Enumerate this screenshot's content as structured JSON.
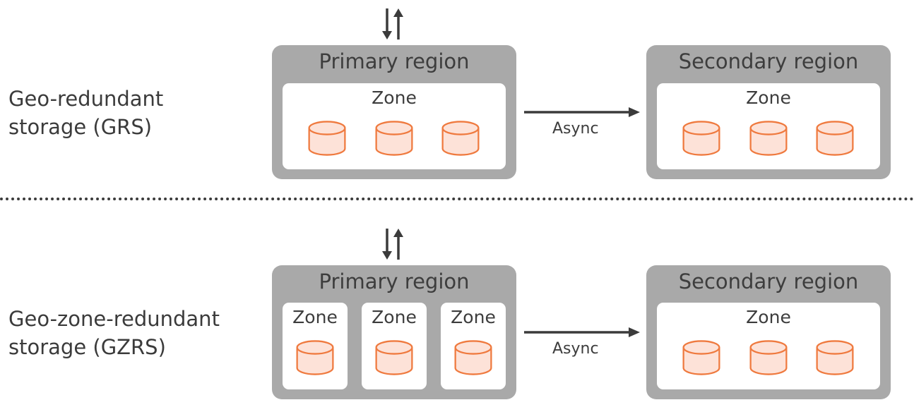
{
  "colors": {
    "region_bg": "#a9a9a9",
    "zone_bg": "#ffffff",
    "db_fill": "#fde2d8",
    "db_stroke": "#ef7a3f",
    "arrow": "#3b3b3b",
    "text": "#3d3d3d"
  },
  "icons": {
    "database": "database-cylinder-icon",
    "arrows": "up-down-arrows-icon",
    "async_arrow": "arrow-right-icon"
  },
  "grs": {
    "label_line1": "Geo-redundant",
    "label_line2": "storage (GRS)",
    "primary": {
      "title": "Primary region",
      "zone": "Zone"
    },
    "async": "Async",
    "secondary": {
      "title": "Secondary region",
      "zone": "Zone"
    }
  },
  "gzrs": {
    "label_line1": "Geo-zone-redundant",
    "label_line2": "storage (GZRS)",
    "primary": {
      "title": "Primary region",
      "zones": [
        "Zone",
        "Zone",
        "Zone"
      ]
    },
    "async": "Async",
    "secondary": {
      "title": "Secondary region",
      "zone": "Zone"
    }
  }
}
